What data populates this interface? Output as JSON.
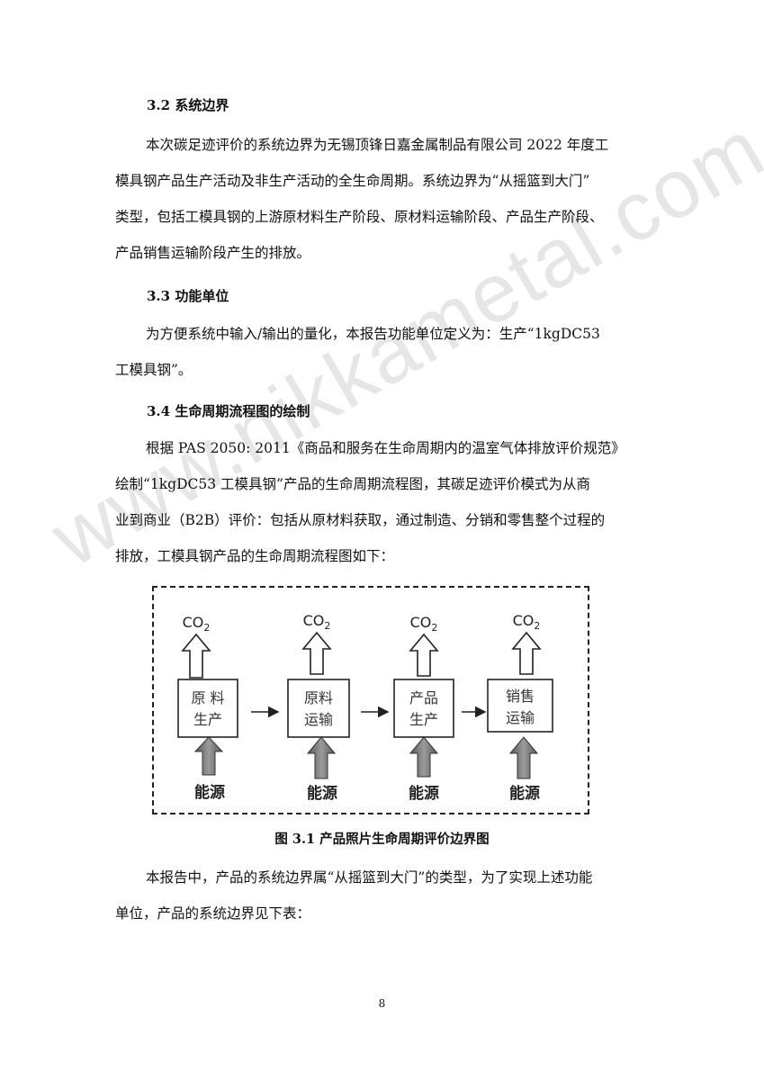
{
  "watermark": "www.nikkametal.com",
  "sections": [
    {
      "heading": "3.2  系统边界",
      "lines": [
        "本次碳足迹评价的系统边界为无锡顶锋日嘉金属制品有限公司 2022 年度工",
        "模具钢产品生产活动及非生产活动的全生命周期。系统边界为“从摇篮到大门”",
        "类型，包括工模具钢的上游原材料生产阶段、原材料运输阶段、产品生产阶段、",
        "产品销售运输阶段产生的排放。"
      ]
    },
    {
      "heading": "3.3  功能单位",
      "lines": [
        "为方便系统中输入/输出的量化，本报告功能单位定义为：生产“1kgDC53",
        "工模具钢”。"
      ]
    },
    {
      "heading": "3.4  生命周期流程图的绘制",
      "lines": [
        "根据 PAS 2050:  2011《商品和服务在生命周期内的温室气体排放评价规范》",
        "绘制“1kgDC53 工模具钢”产品的生命周期流程图，其碳足迹评价模式为从商",
        "业到商业（B2B）评价：包括从原材料获取，通过制造、分销和零售整个过程的",
        "排放，工模具钢产品的生命周期流程图如下："
      ]
    }
  ],
  "diagram": {
    "stages": [
      {
        "line1": "原 料",
        "line2": "生产"
      },
      {
        "line1": "原料",
        "line2": "运输"
      },
      {
        "line1": "产品",
        "line2": "生产"
      },
      {
        "line1": "销售",
        "line2": "运输"
      }
    ],
    "output_label": "CO",
    "output_subscript": "2",
    "input_label": "能源"
  },
  "caption": "图 3.1  产品照片生命周期评价边界图",
  "closing_lines": [
    "本报告中，产品的系统边界属“从摇篮到大门”的类型，为了实现上述功能",
    "单位，产品的系统边界见下表："
  ],
  "page_number": "8"
}
